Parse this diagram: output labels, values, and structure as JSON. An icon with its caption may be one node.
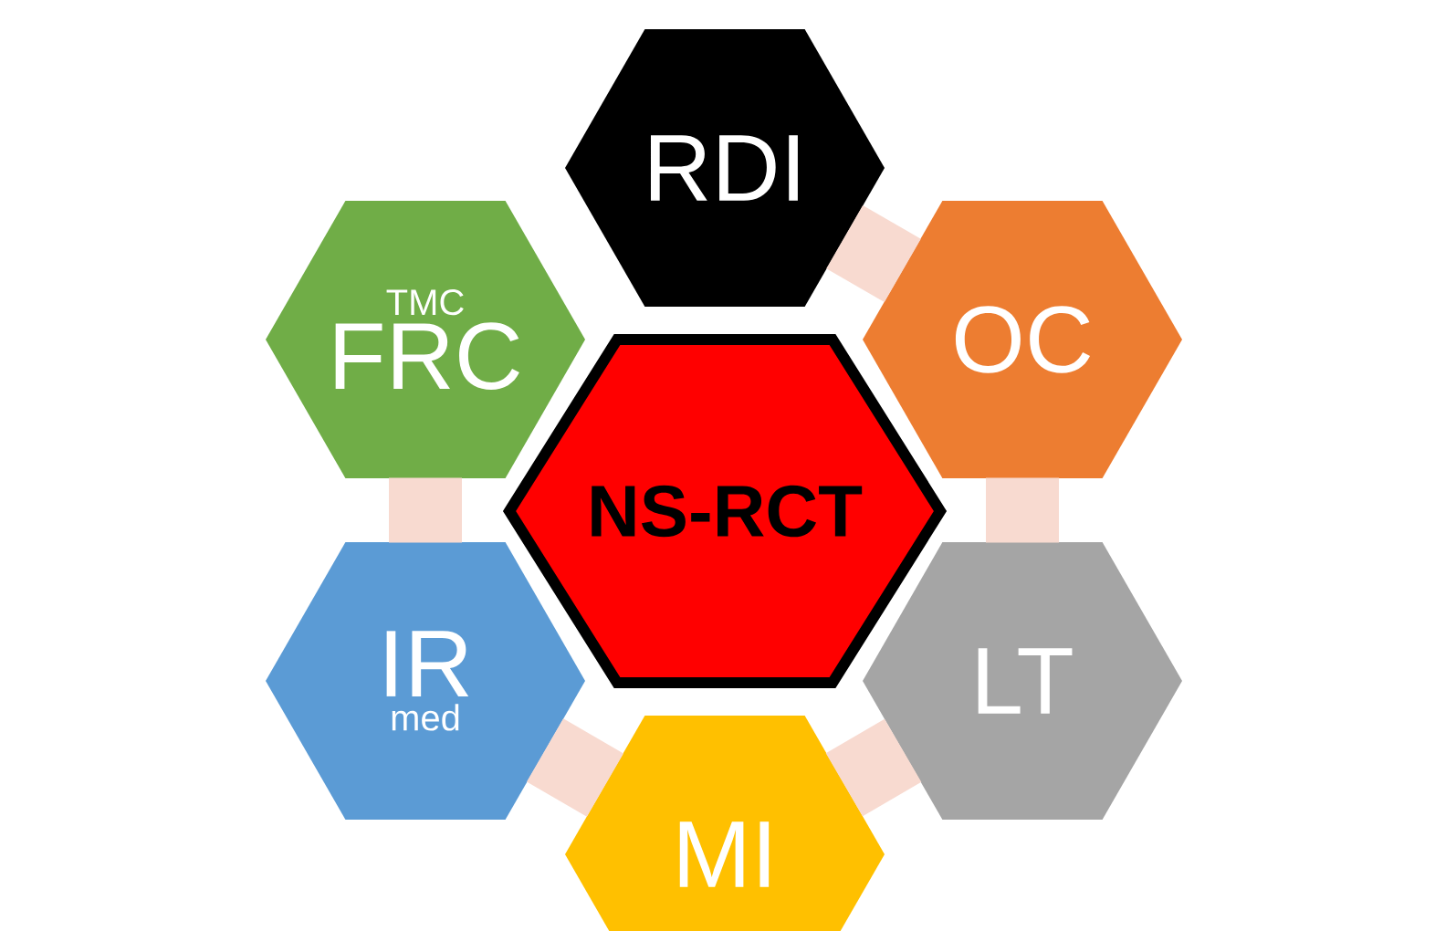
{
  "diagram": {
    "nodes": [
      {
        "text": [
          "RDI"
        ]
      },
      {
        "text": [
          "TMC",
          "FRC"
        ]
      },
      {
        "text": [
          "OC"
        ]
      },
      {
        "text": [
          "NS-RCT"
        ]
      },
      {
        "text": [
          "IR",
          "med"
        ]
      },
      {
        "text": [
          "LT"
        ]
      },
      {
        "text": [
          "MI"
        ]
      }
    ],
    "edges": [
      {
        "from": 0,
        "to": 2,
        "arrow": "none"
      },
      {
        "from": 2,
        "to": 5,
        "arrow": "none"
      },
      {
        "from": 5,
        "to": 6,
        "arrow": "none"
      },
      {
        "from": 6,
        "to": 4,
        "arrow": "none"
      },
      {
        "from": 4,
        "to": 1,
        "arrow": "none"
      }
    ]
  }
}
